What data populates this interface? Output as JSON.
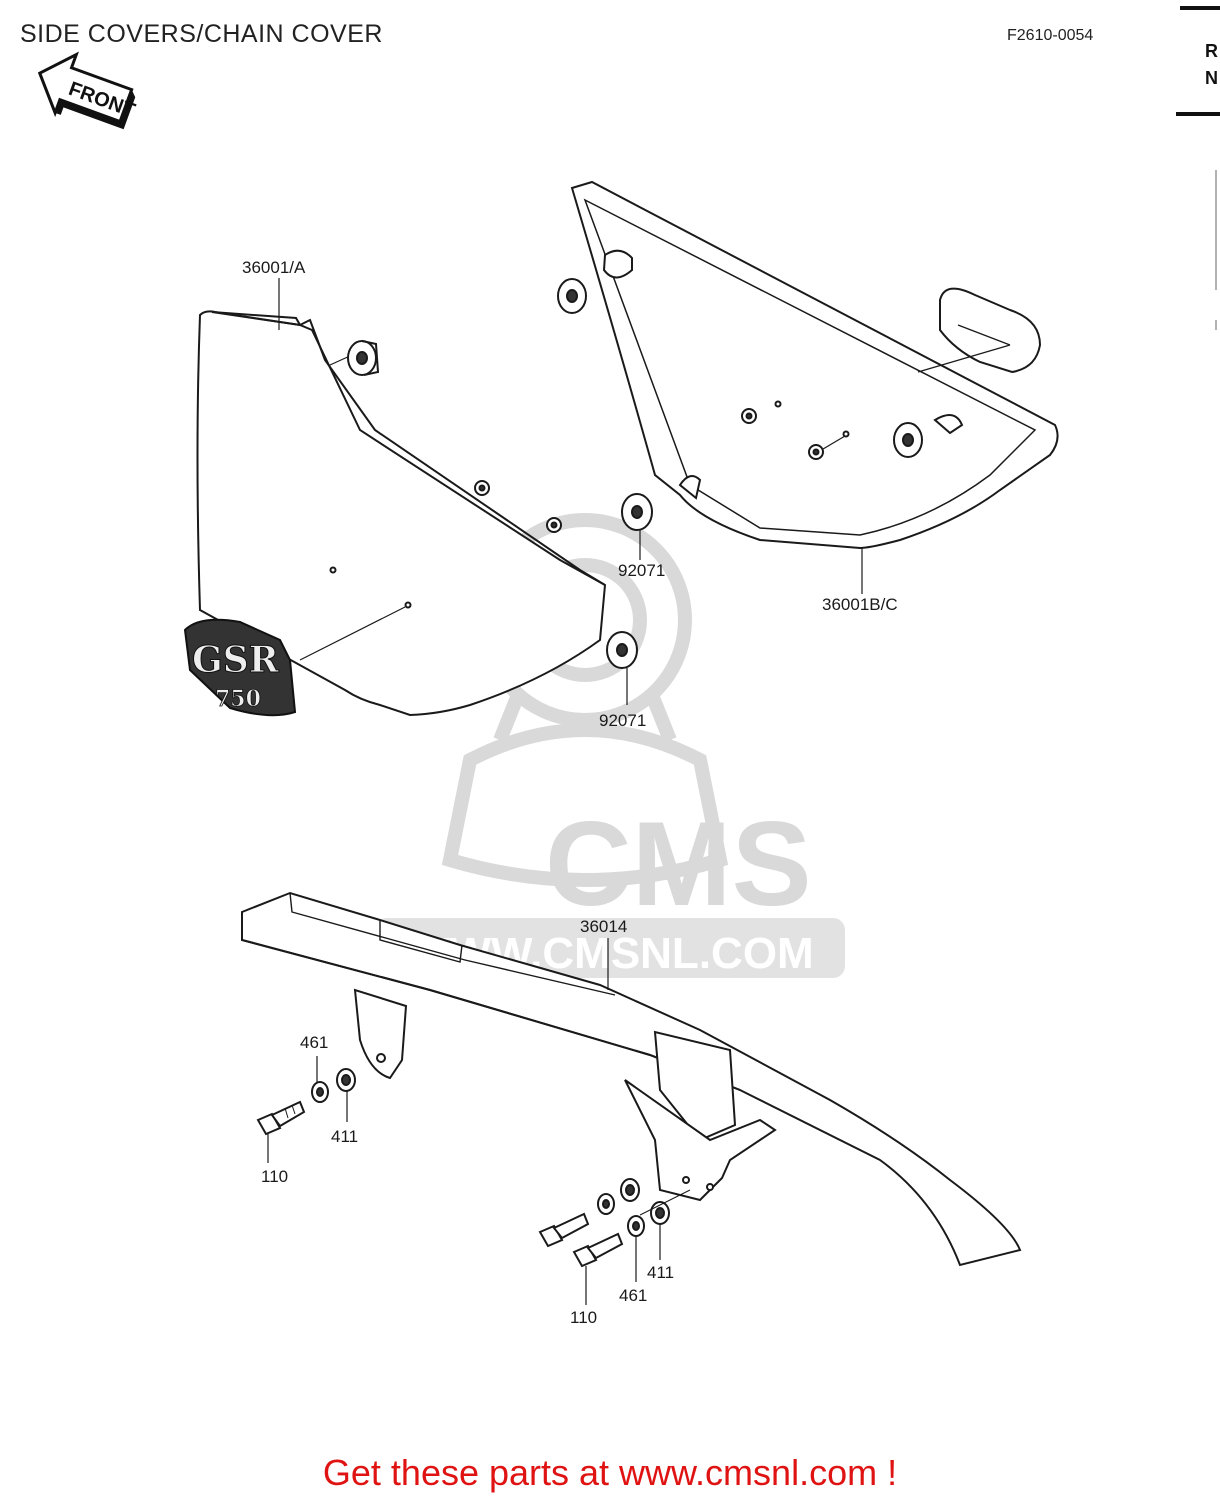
{
  "header": {
    "title": "SIDE COVERS/CHAIN COVER",
    "diagram_code": "F2610-0054",
    "side_tab_lines": [
      "R",
      "N"
    ]
  },
  "front_arrow": {
    "label": "FRONT"
  },
  "emblem": {
    "text_line1": "GSR",
    "text_line2": "750"
  },
  "watermark": {
    "brand": "CMS",
    "url": "WWW.CMSNL.COM"
  },
  "parts": {
    "side_cover_left": "36001/A",
    "side_cover_right": "36001B/C",
    "grommet_1": "92071",
    "grommet_2": "92071",
    "chain_cover": "36014",
    "washer_461_top": "461",
    "nut_411_top": "411",
    "bolt_110_top": "110",
    "nut_411_bottom": "411",
    "washer_461_bottom": "461",
    "bolt_110_bottom": "110"
  },
  "footer": {
    "cta": "Get these parts at www.cmsnl.com !"
  },
  "colors": {
    "cta": "#e01313",
    "line": "#1a1a1a",
    "watermark": "#d9d9d9"
  }
}
